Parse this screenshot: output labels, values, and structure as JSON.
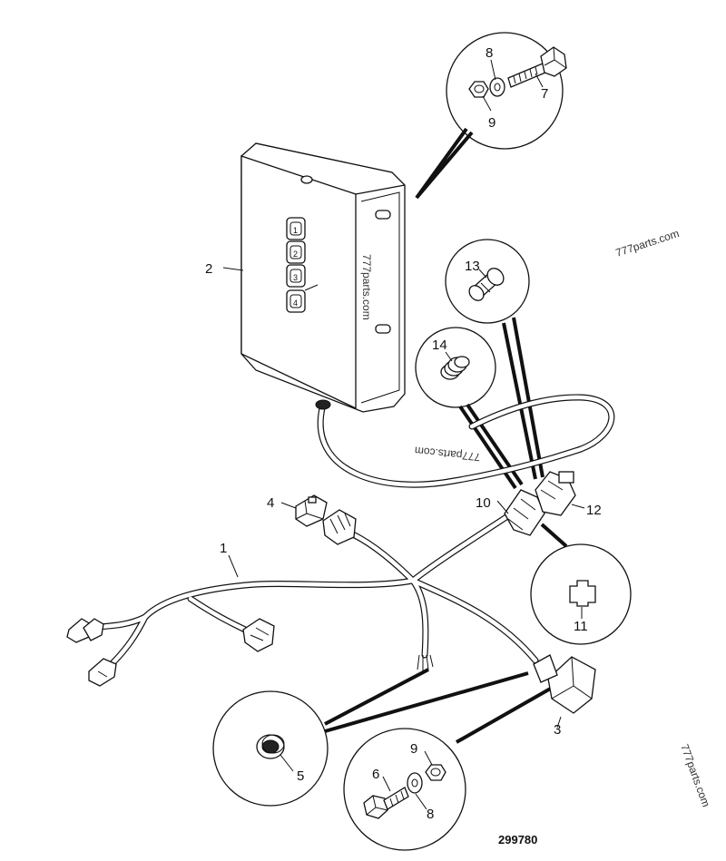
{
  "drawing_number": "299780",
  "watermarks": [
    "777parts.com",
    "777parts.com",
    "777parts.com",
    "777parts.com"
  ],
  "callouts": {
    "c1": "1",
    "c2": "2",
    "c3": "3",
    "c4": "4",
    "c5": "5",
    "c6": "6",
    "c7": "7",
    "c8a": "8",
    "c8b": "8",
    "c9a": "9",
    "c9b": "9",
    "c10": "10",
    "c11": "11",
    "c12": "12",
    "c13": "13",
    "c14": "14"
  },
  "switch_buttons": [
    "1",
    "2",
    "3",
    "4"
  ]
}
